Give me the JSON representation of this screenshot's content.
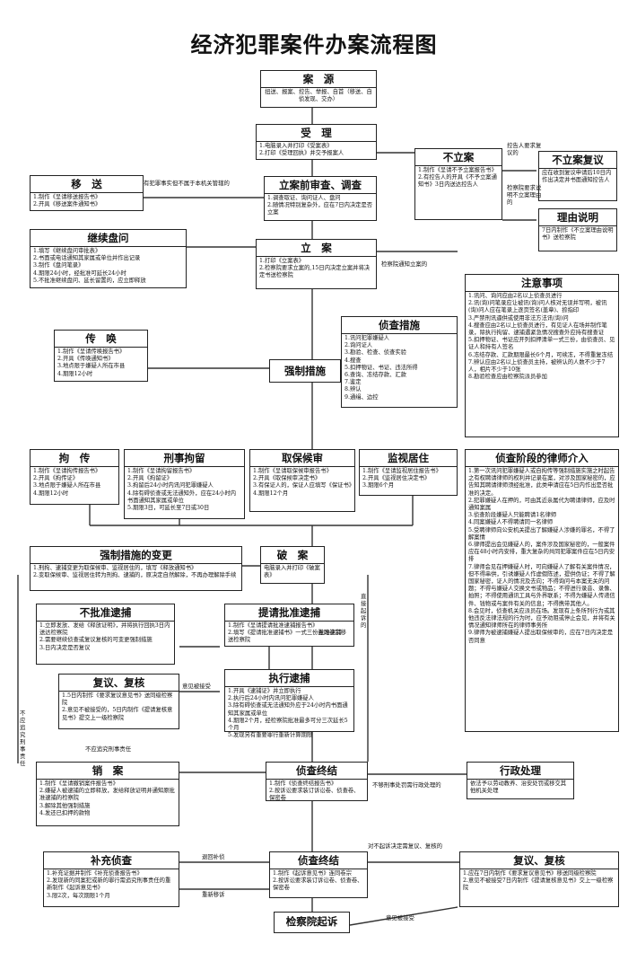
{
  "title": "经济犯罪案件办案流程图",
  "nodes": [
    {
      "id": "source",
      "title": "案　源",
      "items": [
        "扭送、报案、控告、举报、自首（移送、自侦发现、交办）"
      ]
    },
    {
      "id": "accept",
      "title": "受　理",
      "items": [
        "1.电脑录入并打印《受案表》",
        "2.打印《受理回执》并交予报案人"
      ]
    },
    {
      "id": "no-case",
      "title": "不立案",
      "items": [
        "1.制作《呈请不予立案报告书》",
        "2.有控告人的开具《不予立案通知书》3日内送达控告人"
      ]
    },
    {
      "id": "reconsider",
      "title": "不立案复议",
      "items": [
        "应在收到复议申请后10日内作出决定并书面通知控告人"
      ]
    },
    {
      "id": "transfer",
      "title": "移　送",
      "items": [
        "1.制作《呈请移送报告书》",
        "2.开具《移送案件通知书》"
      ]
    },
    {
      "id": "review",
      "title": "立案前审查、调查",
      "items": [
        "1.调查取证、询问证人、盘问",
        "2.随情况特别复杂外，应在7日内决定是否立案"
      ]
    },
    {
      "id": "explain",
      "title": "理由说明",
      "items": [
        "7日内制作《不立案理由说明书》送检察院"
      ]
    },
    {
      "id": "continue",
      "title": "继续盘问",
      "items": [
        "1.填写《继续盘问审批表》",
        "2.书面或电话通知其家属或单位并作出记录",
        "3.制作《盘问笔录》",
        "4.期限24小时，经批准可延长24小时",
        "5.不批准继续盘问、延长留置的，应立即释放"
      ]
    },
    {
      "id": "file",
      "title": "立　案",
      "items": [
        "1.打印《立案表》",
        "2.检察院要求立案的,15日内决定立案并将决定书送检察院"
      ]
    },
    {
      "id": "notes",
      "title": "注意事项",
      "items": [
        "1.讯问、询问应由2名以上侦查员进行",
        "2.讯(询)问笔录应让被讯(询)问人核对无误并写明，被讯(询)问人应在笔录上逐页签名(盖章)、捺指印",
        "3.严禁刑讯逼供或使用非法方法讯(询)问",
        "4.搜查应由2名以上侦查员进行，有见证人在场并制作笔录，除执行拘留、逮捕遇紧急情况搜查外应持有搜查证",
        "5.扣押物证、书证应开列扣押清单一式三份，由侦查员、见证人和持有人签名",
        "6.冻结存款、汇款期限最长6个月，可续冻，不得重复冻结",
        "7.辨认应由2名以上侦查员主持，被辨认的人数不少于7人，相片不少于10张",
        "8.勘验检查应由检察院派员参加"
      ]
    },
    {
      "id": "measures",
      "title": "侦查措施",
      "items": [
        "1.讯问犯罪嫌疑人",
        "2.询问证人",
        "3.勘验、检查、侦查实验",
        "4.搜查",
        "5.扣押物证、书证、违法所得",
        "6.查询、冻结存款、汇款",
        "7.鉴定",
        "8.辨认",
        "9.通缉、边控"
      ]
    },
    {
      "id": "summon",
      "title": "传　唤",
      "items": [
        "1.制作《呈请传唤报告书》",
        "2.开具《传唤通知书》",
        "3.地点限于嫌疑人所在市县",
        "4.期限12小时"
      ]
    },
    {
      "id": "force",
      "title": "强制措施",
      "items": []
    },
    {
      "id": "arrest-hold",
      "title": "拘　传",
      "items": [
        "1.制作《呈请拘传报告书》",
        "2.开具《拘传证》",
        "3.地点限于嫌疑人所在市县",
        "4.期限12小时"
      ]
    },
    {
      "id": "detain",
      "title": "刑事拘留",
      "items": [
        "1.制作《呈请拘留报告书》",
        "2.开具《拘留证》",
        "3.拘留后24小时内讯问犯罪嫌疑人",
        "4.除有碍侦查或无法通知外，应在24小时内书面通知其家属或单位",
        "5.期限3日，可延长至7日或30日"
      ]
    },
    {
      "id": "bail",
      "title": "取保候审",
      "items": [
        "1.制作《呈请取保候审报告书》",
        "2.开具《取保候审决定书》",
        "3.有保证人的，保证人应填写《保证书》",
        "4.期限12个月"
      ]
    },
    {
      "id": "surveil",
      "title": "监视居住",
      "items": [
        "1.制作《呈请监视居住报告书》",
        "2.开具《监视居住决定书》",
        "3.期限6个月"
      ]
    },
    {
      "id": "lawyer",
      "title": "侦查阶段的律师介入",
      "items": [
        "1.第一次讯问犯罪嫌疑人或自拘传等强制措施实施之时起告之有权聘请律师的权利并记录在案，对涉及国家秘密的，应告知其聘请律师须经批准，此类申请应在5日内作出是否批准的决定。",
        "2.犯罪嫌疑人在押的，可由其近亲属代为聘请律师，应及时通知案属",
        "3.侦查阶段嫌疑人只能聘请1名律师",
        "4.同案嫌疑人不得聘请同一名律师",
        "5.受聘律师向公安机关提出了解嫌疑人涉嫌的罪名，不得了解案情",
        "6.律师提出会见嫌疑人的，案件涉及国家秘密的，一般案件应在48小时内安排，重大复杂的共同犯罪案件应在5日内安排",
        "7.律师会见在押嫌疑人时，可向嫌疑人了解有关案件情况，但不得串供，引诱嫌疑人作虚假陈述，提供伪证；不得了解国家秘密，证人的情况及去向；不得询问与本案无关的问题；不得与嫌疑人交换文书或物品；不得进行录音、录像、拍照；不得使用通讯工具与外界联系；不得为嫌疑人传递信件、钱物或与案件有关的信息；不得携带其他人。",
        "8.会见时，侦查机关应派员在场。发现有上条所列行为或其他违反法律法规的行为时，应予劝阻或停止会见，并将有关情况通知律师所在的律师事务所",
        "9.律师为被逮捕嫌疑人提出取保候审的，应在7日内决定是否同意"
      ]
    },
    {
      "id": "change",
      "title": "强制措施的变更",
      "items": [
        "1.刑拘、逮捕变更为取保候审、监视居住的，填写《释放通知书》",
        "2.变取保候审、监视居住转为刑拘、逮捕的，原决定自然解除，不再办理解除手续"
      ]
    },
    {
      "id": "solved",
      "title": "破　案",
      "items": [
        "电脑录入并打印《破案表》"
      ]
    },
    {
      "id": "no-approve",
      "title": "不批准逮捕",
      "items": [
        "1.立即发放、发给《释放证明》，并将执行回执3日内送达检察院",
        "2.需要继续侦查或复议复核的可变更强制措施",
        "3.日内决定是否复议"
      ]
    },
    {
      "id": "request-arrest",
      "title": "提请批准逮捕",
      "items": [
        "1.制作《呈请提请批准逮捕报告书》",
        "2.填写《提请批准逮捕书》一式三份连同卷宗移送检察院"
      ]
    },
    {
      "id": "recheck",
      "title": "复议、复核",
      "items": [
        "1.5日内制作《要求复议意见书》送同级检察院",
        "2.意见不被接受的，5日内制作《提请复核意见书》提交上一级检察院"
      ]
    },
    {
      "id": "execute",
      "title": "执行逮捕",
      "items": [
        "1.开具《逮捕证》并立即执行",
        "2.执行后24小时内讯问犯罪嫌疑人",
        "3.除有碍侦查或无法通知外应于24小时内书面通知其家属或单位",
        "4.期限2个月，经检察院批准最多可分三次延长5个月",
        "5.发现另有重要罪行重新计算期限"
      ]
    },
    {
      "id": "cancel",
      "title": "销　案",
      "items": [
        "1.制作《呈请撤销案件报告书》",
        "2.嫌疑人被逮捕的立即释放，发给释放证明并通知原批准逮捕的检察院",
        "3.解除其他强制措施",
        "4.发还已扣押的款物"
      ]
    },
    {
      "id": "end1",
      "title": "侦查终结",
      "items": [
        "1.制作《侦查终结报告书》",
        "2.按诉讼要求装订诉讼卷、侦查卷、保密卷"
      ]
    },
    {
      "id": "admin",
      "title": "行政处理",
      "items": [
        "依法予以劳动教养、治安处罚或移交其他机关处理"
      ]
    },
    {
      "id": "supp",
      "title": "补充侦查",
      "items": [
        "1.补充证据并制作《补充侦查报告书》",
        "2.发现新的同案犯或新的罪行需追究刑事责任的重新制作《起诉意见书》",
        "3.限2次，每次期限1个月"
      ]
    },
    {
      "id": "end2",
      "title": "侦查终结",
      "items": [
        "1.制作《起诉意见书》连同卷宗",
        "2.按诉讼要求装订诉讼卷、侦查卷、保密卷"
      ]
    },
    {
      "id": "recheck2",
      "title": "复议、复核",
      "items": [
        "1.应在7日内制作《要求复议意见书》移送同级检察院",
        "2.意见不被接受7日内制作《提请复核意见书》交上一级检察院"
      ]
    },
    {
      "id": "final",
      "title": "检察院起诉",
      "items": []
    }
  ],
  "labels": {
    "l1": "控告人要求复议的",
    "l2": "检察院要求说明不立案理由的",
    "l3": "有犯罪事实但不属于本机关管辖的",
    "l4": "检察院通知立案的",
    "l5": "不立案复议",
    "l6": "批准逮捕",
    "l7": "意见被接受",
    "l8": "不应追究刑事责任",
    "l9": "不够刑事处罚需行政处理的",
    "l10": "退回补侦",
    "l11": "重新移诉",
    "l12": "对不起诉决定需复议、复核的",
    "l13": "意见被接受",
    "l14": "直接起诉的",
    "l15": "不应追究刑事责任"
  }
}
